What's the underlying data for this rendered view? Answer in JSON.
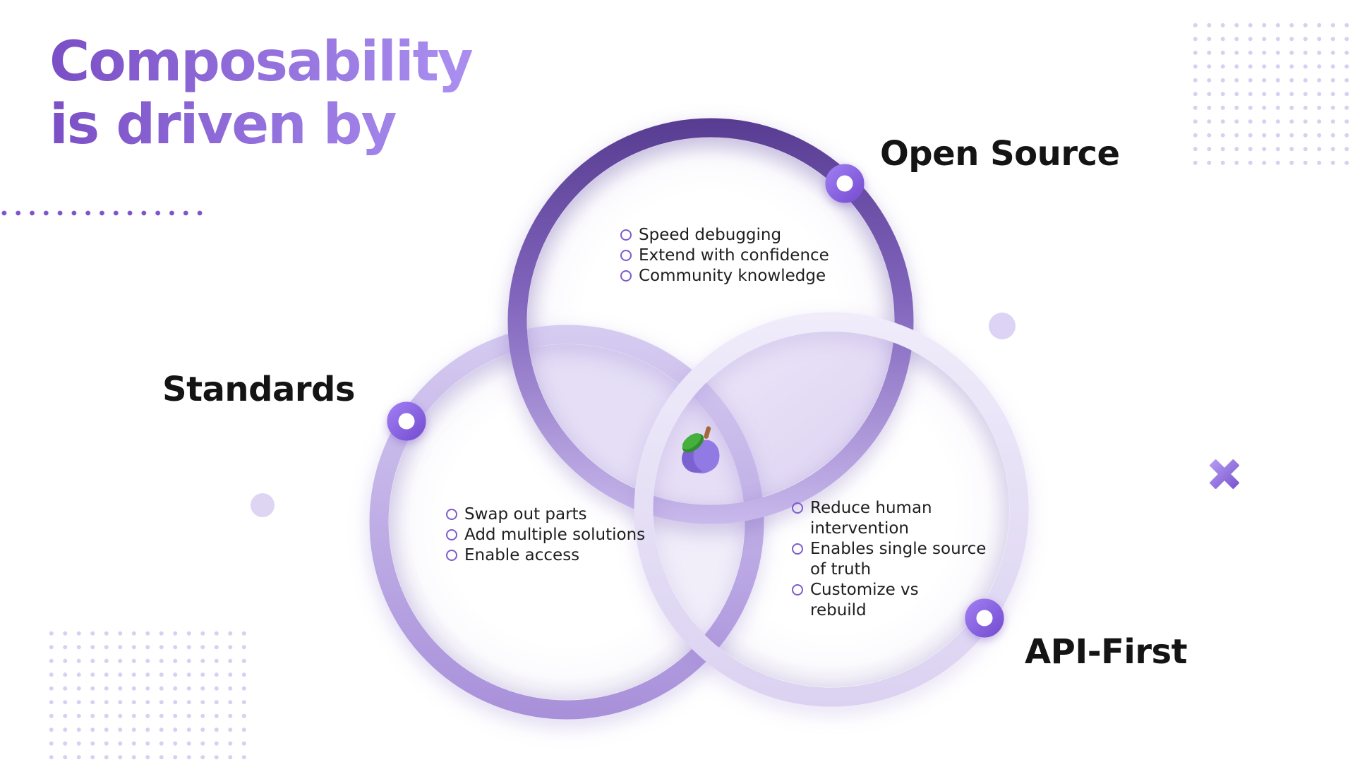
{
  "title": {
    "text": "Composability\nis driven by"
  },
  "venn": {
    "circles": [
      {
        "id": "open-source",
        "label": "Open Source",
        "items": [
          "Speed debugging",
          "Extend with confidence",
          "Community knowledge"
        ]
      },
      {
        "id": "standards",
        "label": "Standards",
        "items": [
          "Swap out parts",
          "Add multiple solutions",
          "Enable access"
        ]
      },
      {
        "id": "api-first",
        "label": "API-First",
        "items": [
          "Reduce human\nintervention",
          "Enables single source\nof truth",
          "Customize vs\nrebuild"
        ]
      }
    ],
    "center_icon": "plum-icon"
  },
  "colors": {
    "background": "#ffffff",
    "title_gradient_start": "#7b50c6",
    "title_gradient_end": "#a98ef0",
    "label_text": "#141414",
    "body_text": "#1e1e1e",
    "bullet_ring": "#7e5bcb",
    "ring_dark": "#5c4197",
    "ring_medium": "#b09ade",
    "ring_light": "#e9e2f8",
    "marker_purple": "#8a63e6",
    "lens_lavender": "#e5ddf6",
    "decor_dot": "#d8cff2",
    "title_dot": "#7d55c8"
  }
}
